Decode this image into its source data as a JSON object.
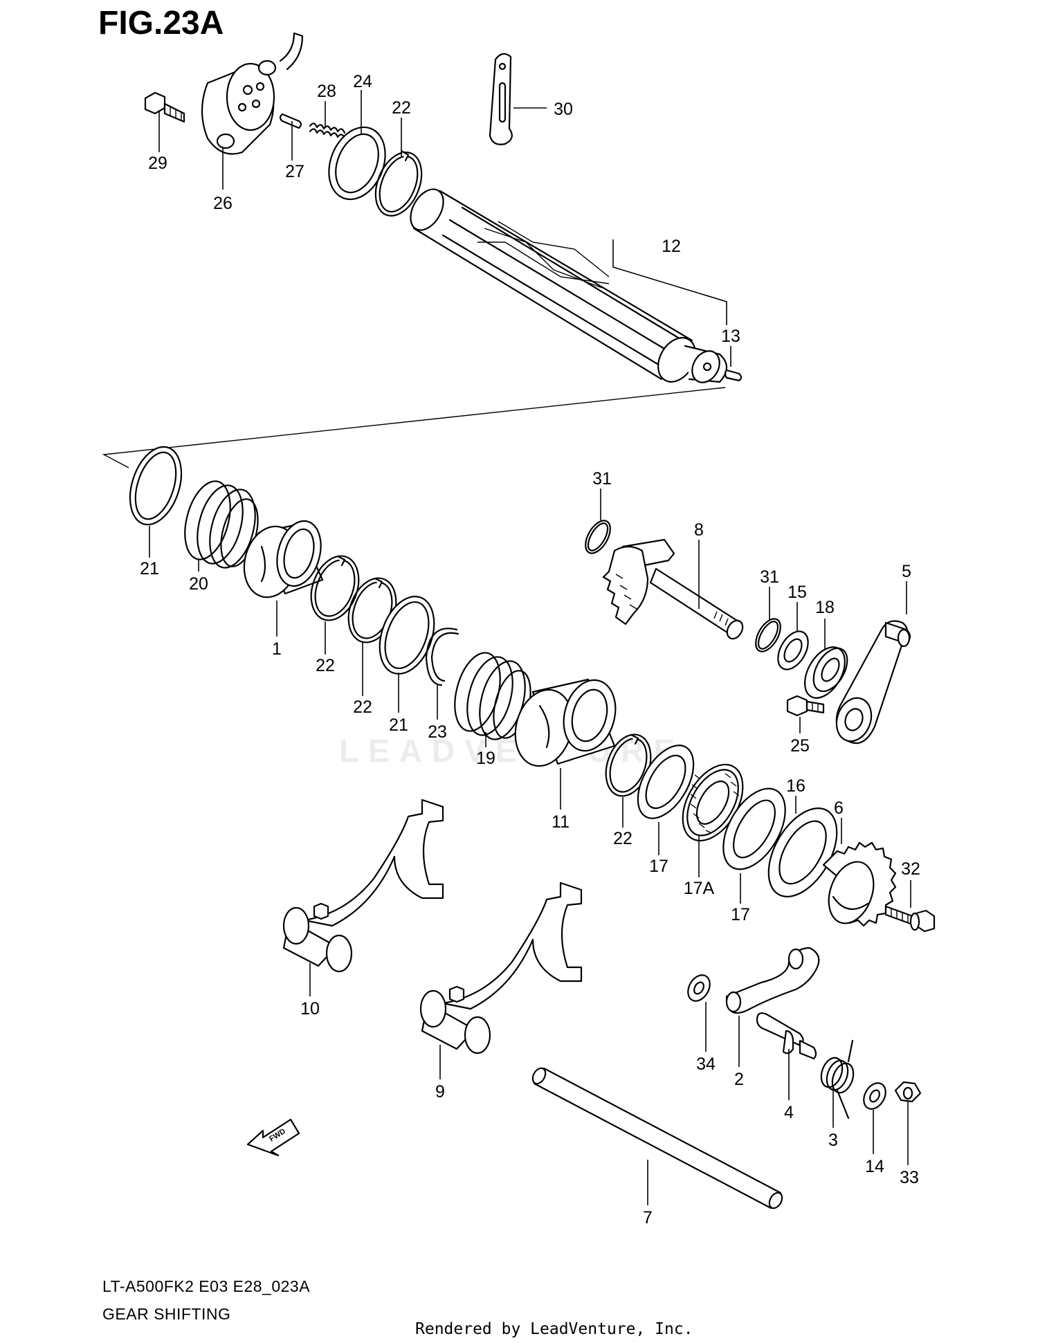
{
  "figure": {
    "title": "FIG.23A",
    "model_code": "LT-A500FK2 E03 E28_023A",
    "section_name": "GEAR SHIFTING",
    "render_credit": "Rendered by LeadVenture, Inc.",
    "watermark": "LEADVENTURE",
    "fwd_label": "FWD"
  },
  "callouts": {
    "c29": "29",
    "c26": "26",
    "c27": "27",
    "c28": "28",
    "c24": "24",
    "c22_top": "22",
    "c30": "30",
    "c12": "12",
    "c13": "13",
    "c21_a": "21",
    "c20": "20",
    "c1": "1",
    "c22_a": "22",
    "c22_b": "22",
    "c21_b": "21",
    "c23": "23",
    "c19": "19",
    "c11": "11",
    "c22_c": "22",
    "c17_a": "17",
    "c17A": "17A",
    "c17_b": "17",
    "c16": "16",
    "c6": "6",
    "c32": "32",
    "c31_a": "31",
    "c8": "8",
    "c31_b": "31",
    "c15": "15",
    "c18": "18",
    "c5": "5",
    "c25": "25",
    "c10": "10",
    "c9": "9",
    "c34": "34",
    "c2": "2",
    "c4": "4",
    "c3": "3",
    "c14": "14",
    "c33": "33",
    "c7": "7"
  }
}
